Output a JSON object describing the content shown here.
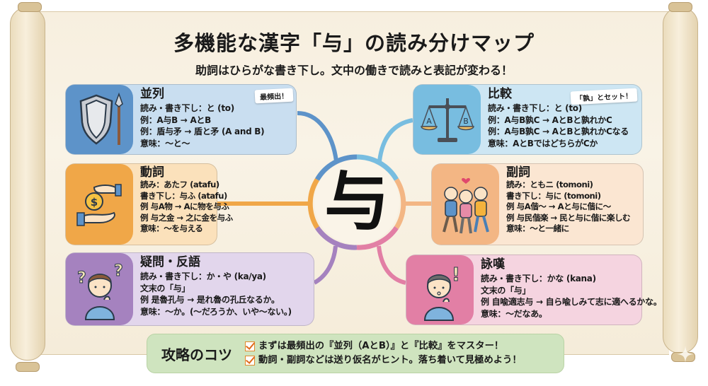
{
  "title": "多機能な漢字「与」の読み分けマップ",
  "subtitle": "助詞はひらがな書き下し。文中の働きで読みと表記が変わる！",
  "center": {
    "char": "与"
  },
  "colors": {
    "heiretsu": "#5d93c9",
    "doushi": "#f0a748",
    "gimon": "#a582bf",
    "hikaku": "#78bde0",
    "fukushi": "#f3b684",
    "eitan": "#e27fa5",
    "tips_bg": "#cfe4bf",
    "parchment": "#f7efdf"
  },
  "cards": {
    "heiretsu": {
      "icon": "shield-spear-icon",
      "heading": "並列",
      "badge": "最頻出！",
      "lines": [
        "読み・書き下し：と (to)",
        "例：A与B → AとB",
        "例：盾与矛 → 盾と矛 (A and B)",
        "意味：〜と〜"
      ]
    },
    "doushi": {
      "icon": "hands-coin-icon",
      "heading": "動詞",
      "lines": [
        "読み：あたフ (atafu)",
        "書き下し：与ふ (atafu)",
        "例 与A物 → Aに物を与ふ",
        "例 与之金 → 之に金を与ふ",
        "意味：〜を与える"
      ]
    },
    "gimon": {
      "icon": "confused-person-icon",
      "heading": "疑問・反語",
      "lines": [
        "読み・書き下し：か・や (ka/ya)",
        "文末の「与」",
        "例  是魯孔与 → 是れ魯の孔丘なるか。",
        "意味：〜か。(〜だろうか、いや〜ない。)"
      ]
    },
    "hikaku": {
      "icon": "balance-scale-icon",
      "heading": "比較",
      "badge": "「孰」とセット！",
      "lines": [
        "読み・書き下し：と (to)",
        "例：A与B孰C → AとBと孰れかC",
        "例：A与B孰C → AとBと孰れかCなる",
        "意味：AとBではどちらがCか"
      ]
    },
    "fukushi": {
      "icon": "friends-walking-icon",
      "heading": "副詞",
      "lines": [
        "読み：ともニ (tomoni)",
        "書き下し：与に (tomoni)",
        "例 与A偕〜 → Aと与に偕に〜",
        "例 与民偕楽 → 民と与に偕に楽しむ",
        "意味：〜と一緒に"
      ]
    },
    "eitan": {
      "icon": "surprised-person-icon",
      "heading": "詠嘆",
      "lines": [
        "読み・書き下し：かな (kana)",
        "文末の「与」",
        "例 自喩適志与 → 自ら喩しみて志に適へるかな。",
        "意味：〜だなあ。"
      ]
    }
  },
  "tips": {
    "title": "攻略のコツ",
    "items": [
      "まずは最頻出の『並列（AとB）』と『比較』をマスター！",
      "動詞・副詞などは送り仮名がヒント。落ち着いて見極めよう！"
    ]
  }
}
